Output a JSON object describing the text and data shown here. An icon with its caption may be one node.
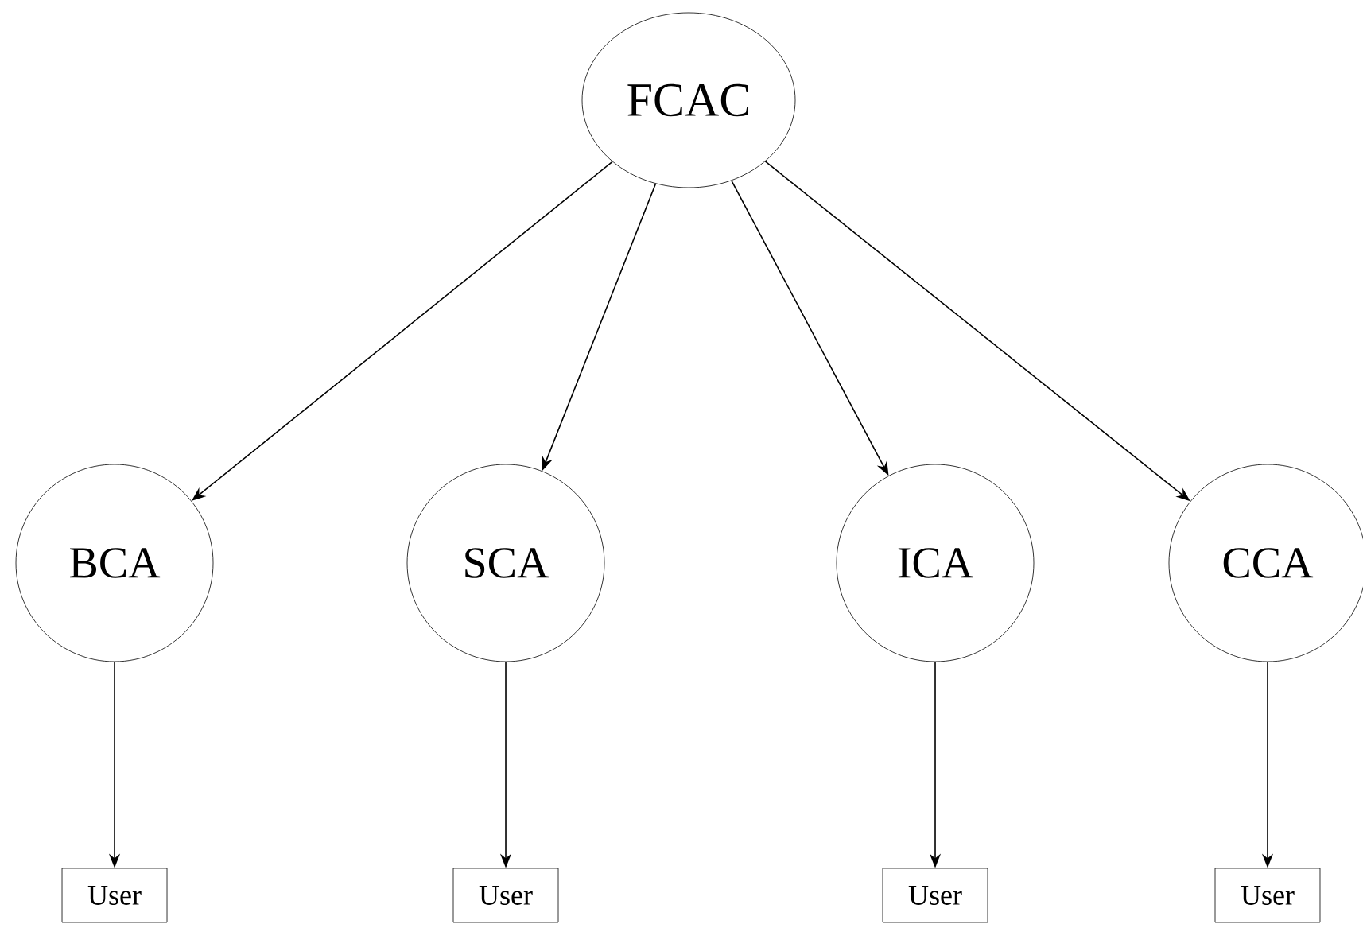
{
  "diagram": {
    "nodes": [
      {
        "text": [
          "FCAC"
        ]
      },
      {
        "text": [
          "BCA"
        ]
      },
      {
        "text": [
          "SCA"
        ]
      },
      {
        "text": [
          "ICA"
        ]
      },
      {
        "text": [
          "CCA"
        ]
      },
      {
        "text": [
          "User"
        ]
      },
      {
        "text": [
          "User"
        ]
      },
      {
        "text": [
          "User"
        ]
      },
      {
        "text": [
          "User"
        ]
      }
    ],
    "edges": [
      {
        "from": 0,
        "to": 1,
        "arrow": "to"
      },
      {
        "from": 0,
        "to": 2,
        "arrow": "to"
      },
      {
        "from": 0,
        "to": 3,
        "arrow": "to"
      },
      {
        "from": 0,
        "to": 4,
        "arrow": "to"
      },
      {
        "from": 1,
        "to": 5,
        "arrow": "to"
      },
      {
        "from": 2,
        "to": 6,
        "arrow": "to"
      },
      {
        "from": 3,
        "to": 7,
        "arrow": "to"
      },
      {
        "from": 4,
        "to": 8,
        "arrow": "to"
      }
    ]
  }
}
